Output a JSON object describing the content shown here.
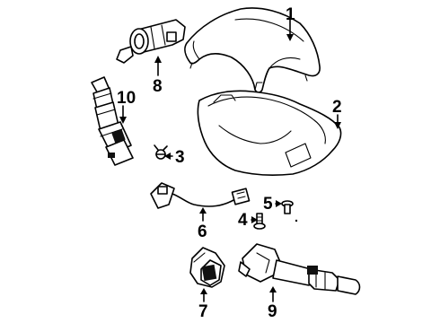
{
  "callouts": [
    {
      "id": "1",
      "label": "1"
    },
    {
      "id": "2",
      "label": "2"
    },
    {
      "id": "3",
      "label": "3"
    },
    {
      "id": "4",
      "label": "4"
    },
    {
      "id": "5",
      "label": "5"
    },
    {
      "id": "6",
      "label": "6"
    },
    {
      "id": "7",
      "label": "7"
    },
    {
      "id": "8",
      "label": "8"
    },
    {
      "id": "9",
      "label": "9"
    },
    {
      "id": "10",
      "label": "10"
    }
  ],
  "parts": [
    {
      "callout": "1",
      "name": "upper-shroud"
    },
    {
      "callout": "2",
      "name": "lower-shroud"
    },
    {
      "callout": "3",
      "name": "screw"
    },
    {
      "callout": "4",
      "name": "screw"
    },
    {
      "callout": "5",
      "name": "screw"
    },
    {
      "callout": "6",
      "name": "wiring-harness"
    },
    {
      "callout": "7",
      "name": "switch-cover"
    },
    {
      "callout": "8",
      "name": "lock-cylinder"
    },
    {
      "callout": "9",
      "name": "multifunction-switch"
    },
    {
      "callout": "10",
      "name": "ignition-switch"
    }
  ]
}
